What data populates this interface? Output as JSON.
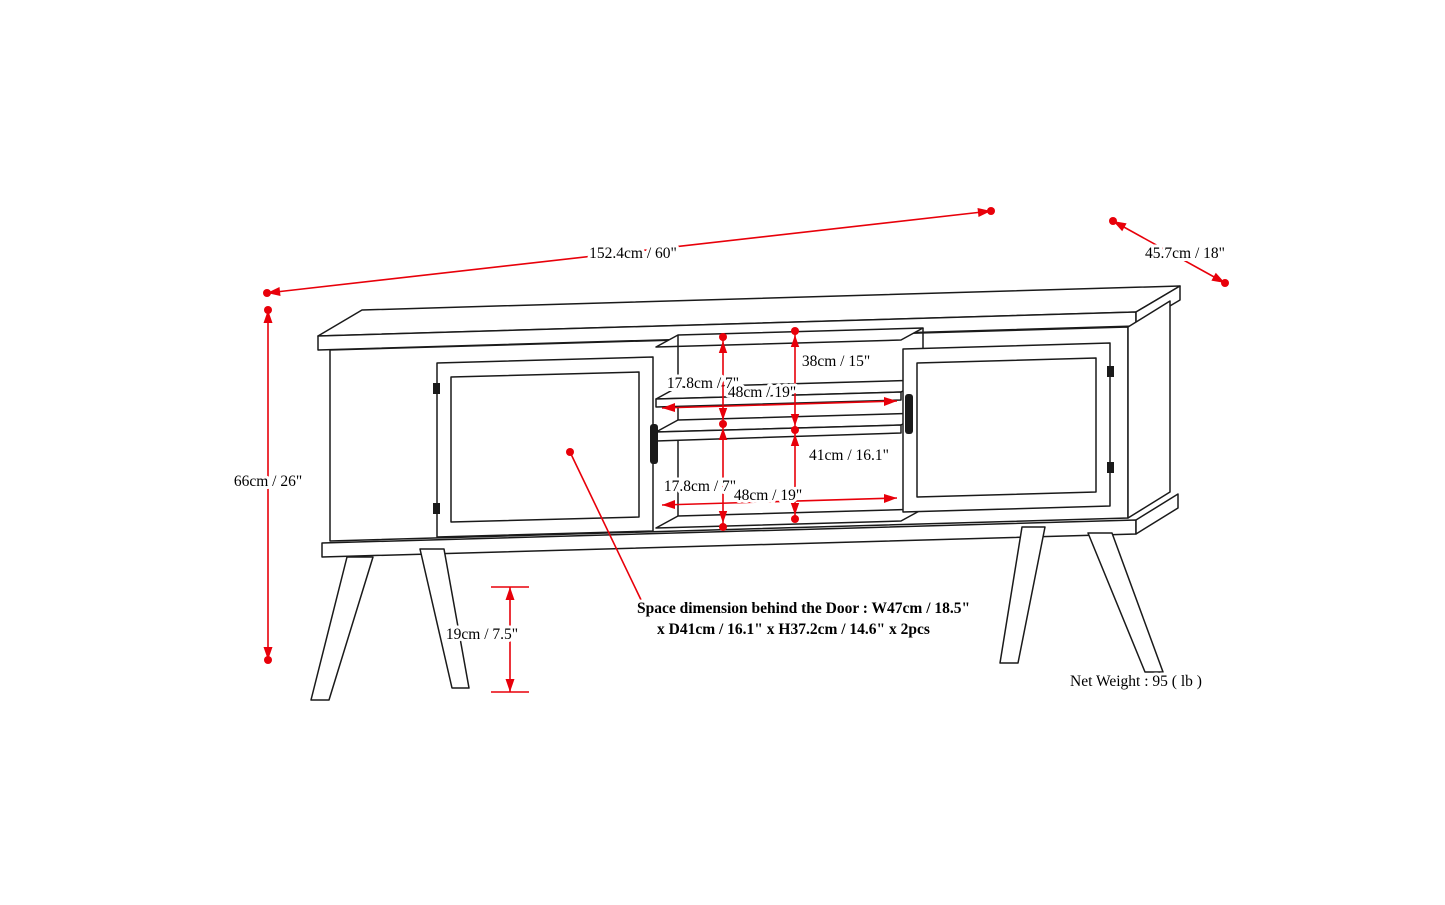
{
  "labels": {
    "width": "152.4cm / 60\"",
    "depth": "45.7cm / 18\"",
    "height": "66cm / 26\"",
    "upper_opening_height": "17.8cm / 7\"",
    "upper_opening_width": "48cm / 19\"",
    "shelf_depth": "38cm / 15\"",
    "lower_opening_height": "41cm / 16.1\"",
    "lower_opening_height_2": "17.8cm / 7\"",
    "lower_opening_width": "48cm / 19\"",
    "leg_height": "19cm / 7.5\"",
    "door_space_line1": "Space dimension behind the Door : W47cm / 18.5\"",
    "door_space_line2": "x D41cm / 16.1\" x H37.2cm / 14.6\" x 2pcs",
    "net_weight": "Net Weight : 95 ( lb )"
  },
  "colors": {
    "dimension_red": "#e8000a",
    "line_black": "#1a1a1a",
    "background": "#ffffff"
  }
}
